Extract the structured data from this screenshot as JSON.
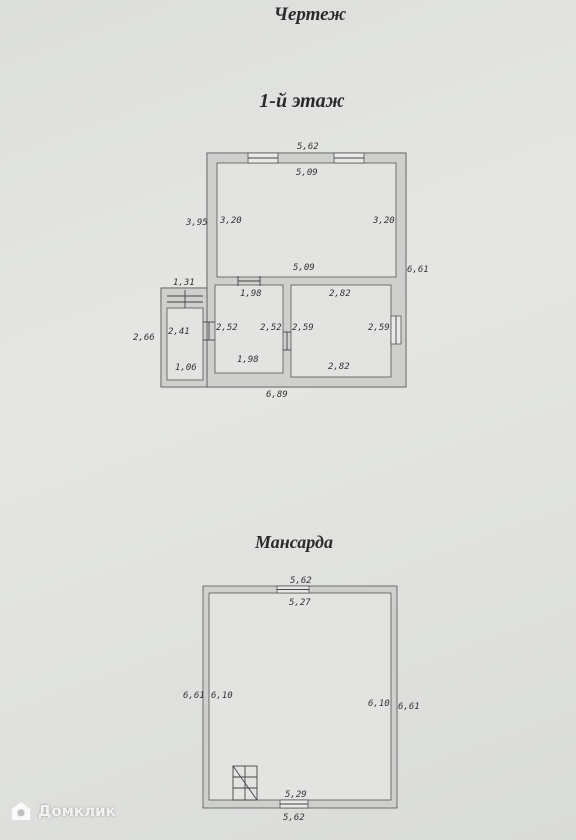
{
  "title": "Чертеж",
  "floor1": {
    "title": "1-й этаж",
    "dims": {
      "top_outer": "5,62",
      "big_room_top": "5,09",
      "big_room_bottom": "5,09",
      "left_outer": "3,95",
      "big_room_left": "3,20",
      "big_room_right": "3,20",
      "right_outer": "6,61",
      "porch_top": "1,31",
      "porch_left": "2,66",
      "porch_inner": "2,41",
      "porch_bottom": "1,06",
      "mid_room_top": "1,98",
      "mid_room_bottom": "1,98",
      "mid_room_left": "2,52",
      "mid_room_right": "2,52",
      "right_room_top": "2,82",
      "right_room_bottom": "2,82",
      "right_room_left": "2,59",
      "right_room_right": "2,59",
      "bottom_outer": "6,89"
    }
  },
  "attic": {
    "title": "Мансарда",
    "dims": {
      "top_outer": "5,62",
      "top_inner": "5,27",
      "left_outer": "6,61",
      "left_inner": "6,10",
      "right_inner": "6,10",
      "right_outer": "6,61",
      "bottom_inner": "5,29",
      "bottom_outer": "5,62"
    }
  },
  "watermark": {
    "text": "Домклик",
    "icon": "house-logo-icon"
  }
}
